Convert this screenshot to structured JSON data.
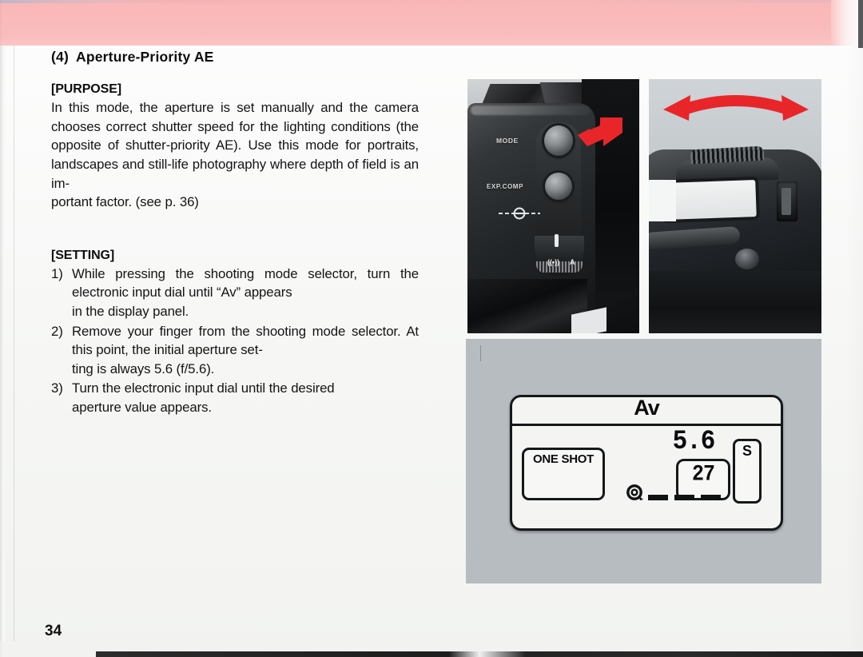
{
  "page": {
    "number": "34",
    "accent_pink": "#f9b8b8",
    "arrow_red": "#e8262a"
  },
  "heading": {
    "number": "(4)",
    "title": "Aperture-Priority AE"
  },
  "purpose": {
    "label": "[PURPOSE]",
    "body": "In this mode, the aperture is set manually and the camera chooses correct shutter speed for the lighting conditions (the opposite of shutter-priority AE). Use this mode for portraits, landscapes and still-life photography where depth of field is an im-",
    "body_last": "portant factor. (see p. 36)"
  },
  "setting": {
    "label": "[SETTING]",
    "steps": [
      {
        "marker": "1)",
        "text": "While pressing the shooting mode selector, turn the electronic input dial until “Av” appears",
        "last": "in the display panel."
      },
      {
        "marker": "2)",
        "text": "Remove your finger from the shooting mode selector. At this point, the initial aperture set-",
        "last": "ting is always 5.6 (f/5.6)."
      },
      {
        "marker": "3)",
        "text": "Turn the electronic input dial until the desired",
        "last": "aperture value appears."
      }
    ]
  },
  "photos": {
    "mode_button": {
      "caption_mode": "MODE",
      "caption_expcomp": "EXP.COMP",
      "dial_mark_a": "A",
      "dial_mark_beep": "((•))",
      "arrow": "press-arrow-red"
    },
    "input_dial": {
      "arrow": "rotate-double-arrow-red"
    },
    "lcd": {
      "mode": "Av",
      "aperture": "5.6",
      "drive_mode": "ONE SHOT",
      "frame_counter": "27",
      "metering": "S"
    }
  }
}
